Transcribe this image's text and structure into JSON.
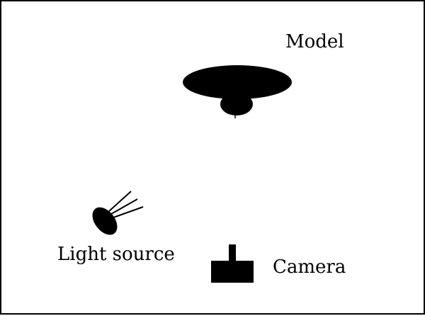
{
  "labels": {
    "model": "Model",
    "light_source": "Light source",
    "camera": "Camera"
  },
  "icons": {
    "model": "model-silhouette-icon",
    "light_source": "light-source-icon",
    "camera": "camera-icon"
  },
  "colors": {
    "ink": "#000000",
    "background": "#ffffff",
    "border": "#000000"
  }
}
